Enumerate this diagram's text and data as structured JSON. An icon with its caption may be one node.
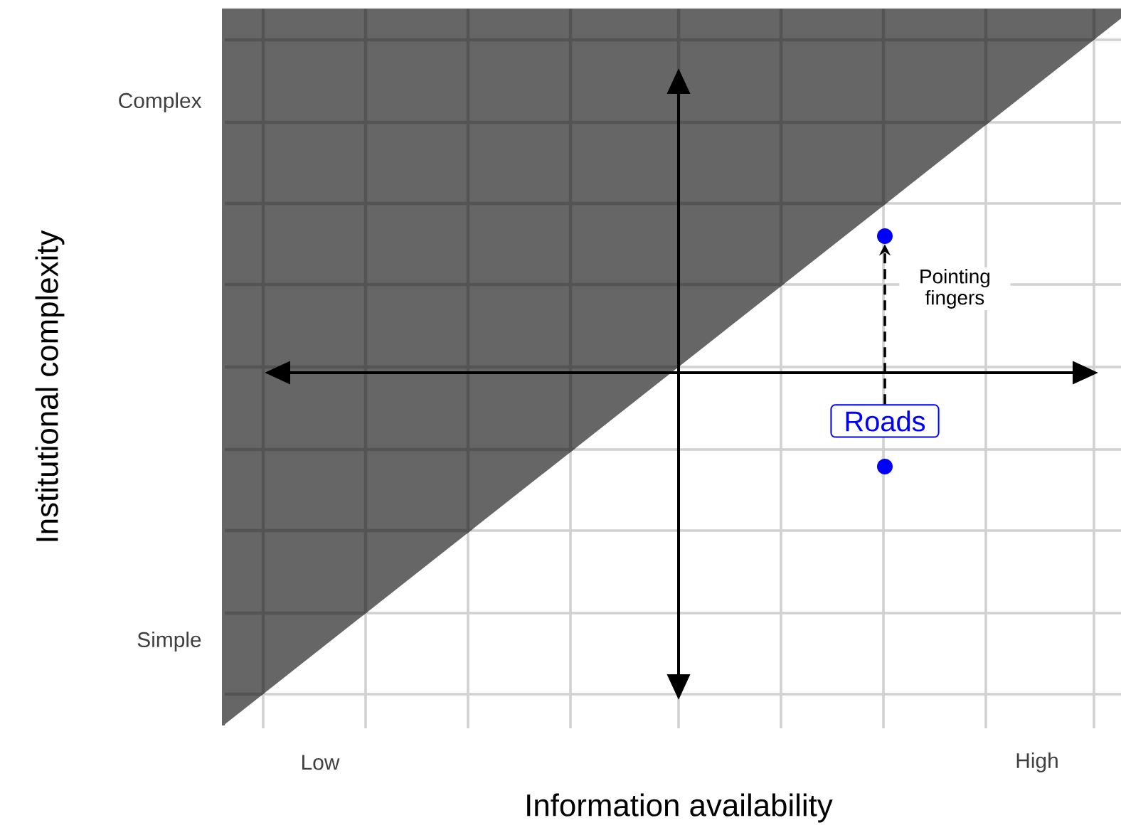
{
  "diagram": {
    "nodes": [
      {
        "text": [
          "Roads"
        ]
      },
      {
        "text": [],
        "shape": "circle"
      },
      {
        "text": [],
        "shape": "circle"
      }
    ],
    "edges": [
      {
        "from": 0,
        "to": 1,
        "arrow": "to",
        "style": "dashed",
        "label": "Pointing fingers"
      }
    ],
    "labels": [
      "Complex",
      "Institutional complexity",
      "Simple",
      "Low",
      "High",
      "Information availability"
    ]
  }
}
